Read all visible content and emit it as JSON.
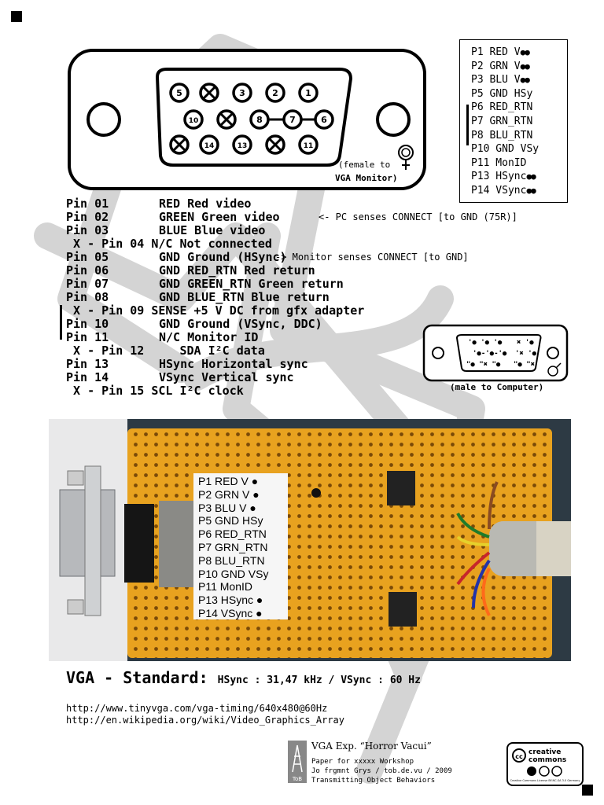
{
  "female_connector": {
    "pins_top": [
      "5",
      "",
      "3",
      "2",
      "1"
    ],
    "pins_mid": [
      "10",
      "",
      "8",
      "7",
      "6"
    ],
    "pins_bot": [
      "",
      "14",
      "13",
      "",
      "11"
    ],
    "caption_line1": "(female to",
    "caption_line2": "VGA Monitor)"
  },
  "legend": [
    {
      "label": "P1 RED V",
      "dots": "●●"
    },
    {
      "label": "P2 GRN V",
      "dots": "●●"
    },
    {
      "label": "P3 BLU V",
      "dots": "●●"
    },
    {
      "label": "P5 GND HSy",
      "dots": ""
    },
    {
      "label": "P6 RED_RTN",
      "dots": ""
    },
    {
      "label": "P7 GRN_RTN",
      "dots": ""
    },
    {
      "label": "P8 BLU_RTN",
      "dots": ""
    },
    {
      "label": "P10 GND VSy",
      "dots": ""
    },
    {
      "label": "P11 MonID",
      "dots": ""
    },
    {
      "label": "P13 HSync",
      "dots": "●●"
    },
    {
      "label": "P14 VSync",
      "dots": "●●"
    }
  ],
  "pins": [
    {
      "id": "Pin 01",
      "desc": "RED Red video",
      "note": ""
    },
    {
      "id": "Pin 02",
      "desc": "GREEN Green video",
      "note": "<- PC senses CONNECT [to GND (75R)]"
    },
    {
      "id": "Pin 03",
      "desc": "BLUE Blue video",
      "note": ""
    },
    {
      "id": " X - Pin 04 N/C Not connected",
      "desc": "",
      "note": ""
    },
    {
      "id": "Pin 05",
      "desc": "GND Ground (HSync)",
      "note": "-> Monitor senses CONNECT [to GND]"
    },
    {
      "id": "Pin 06",
      "desc": "GND RED_RTN Red return",
      "note": ""
    },
    {
      "id": "Pin 07",
      "desc": "GND GREEN_RTN Green return",
      "note": ""
    },
    {
      "id": "Pin 08",
      "desc": "GND BLUE_RTN Blue return",
      "note": ""
    },
    {
      "id": " X - Pin 09 SENSE +5 V DC from gfx adapter",
      "desc": "",
      "note": ""
    },
    {
      "id": "Pin 10",
      "desc": "GND Ground (VSync, DDC)",
      "note": ""
    },
    {
      "id": "Pin 11",
      "desc": "N/C Monitor ID",
      "note": ""
    },
    {
      "id": " X - Pin 12     SDA I²C data",
      "desc": "",
      "note": ""
    },
    {
      "id": "Pin 13",
      "desc": "HSync Horizontal sync",
      "note": ""
    },
    {
      "id": "Pin 14",
      "desc": "VSync Vertical sync",
      "note": ""
    },
    {
      "id": " X - Pin 15 SCL I²C clock",
      "desc": "",
      "note": ""
    }
  ],
  "male_connector": {
    "caption": "(male to Computer)"
  },
  "photo_label": [
    "P1 RED V ●",
    "P2 GRN V ●",
    "P3 BLU V ●",
    "P5 GND HSy",
    "P6 RED_RTN",
    "P7 GRN_RTN",
    "P8 BLU_RTN",
    "P10 GND VSy",
    "P11 MonID",
    "P13 HSync ●",
    "P14 VSync ●"
  ],
  "standard": {
    "title": "VGA - Standard:",
    "sub": "HSync : 31,47 kHz / VSync : 60 Hz"
  },
  "links": [
    "http://www.tinyvga.com/vga-timing/640x480@60Hz",
    "http://en.wikipedia.org/wiki/Video_Graphics_Array"
  ],
  "footer": {
    "title": "VGA Exp. “Horror Vacui”",
    "lines": [
      "Paper for xxxxx Workshop",
      "Jo frgmnt Grys / tob.de.vu / 2009",
      "Transmitting Object Behaviors"
    ],
    "logo_text": "ToB",
    "cc_text": "creative commons",
    "cc_sub": "Creative Commons License BY-NC-SA 3.0 Germany"
  },
  "colors": {
    "board": "#e8a21f",
    "photo_bg": "#2d3a44",
    "watermark": "#d4d4d4"
  }
}
